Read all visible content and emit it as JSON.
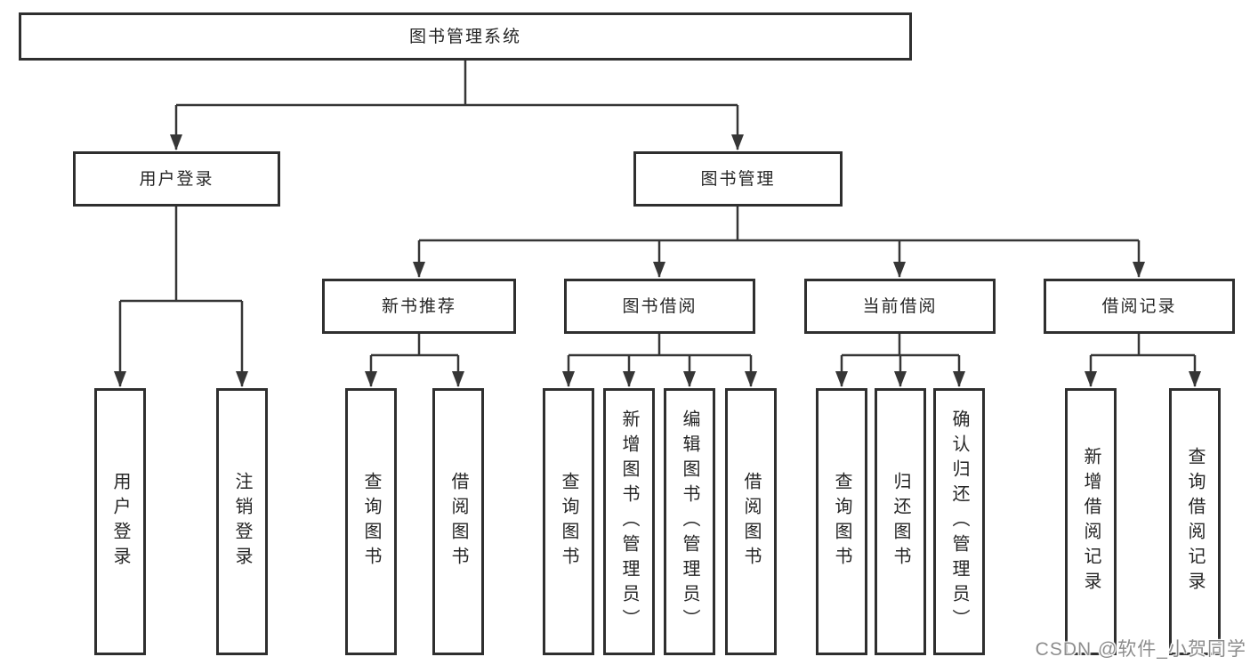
{
  "diagram_title": "图书管理系统",
  "colors": {
    "line": "#363636",
    "box_border": "#2f2f2f",
    "box_fill": "#ffffff",
    "text": "#262626",
    "watermark": "#8d8d8d"
  },
  "tree": {
    "root": "图书管理系统",
    "branches": [
      {
        "label": "用户登录",
        "children": [
          "用户登录",
          "注销登录"
        ]
      },
      {
        "label": "图书管理",
        "sections": [
          {
            "label": "新书推荐",
            "children": [
              "查询图书",
              "借阅图书"
            ]
          },
          {
            "label": "图书借阅",
            "children": [
              "查询图书",
              "新增图书（管理员）",
              "编辑图书（管理员）",
              "借阅图书"
            ]
          },
          {
            "label": "当前借阅",
            "children": [
              "查询图书",
              "归还图书",
              "确认归还（管理员）"
            ]
          },
          {
            "label": "借阅记录",
            "children": [
              "新增借阅记录",
              "查询借阅记录"
            ]
          }
        ]
      }
    ]
  },
  "watermark": "CSDN @软件_小贺同学"
}
